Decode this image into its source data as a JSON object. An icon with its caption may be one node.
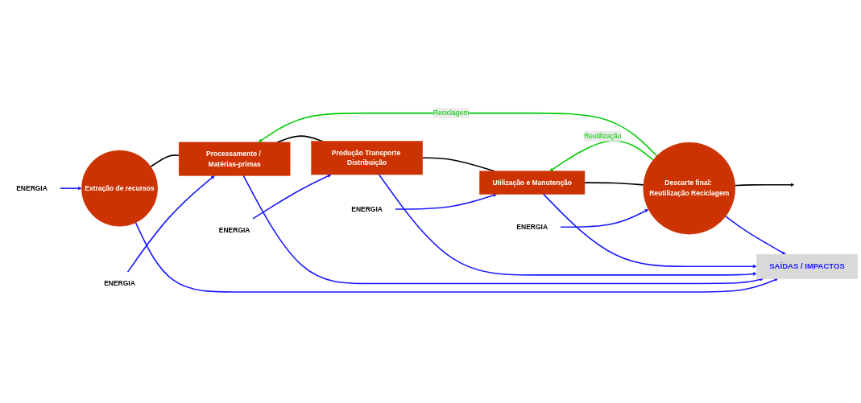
{
  "diagram": {
    "nodes": [
      {
        "text": [
          "ENERGIA"
        ]
      },
      {
        "text": [
          "ENERGIA"
        ]
      },
      {
        "text": [
          "ENERGIA"
        ]
      },
      {
        "text": [
          "ENERGIA"
        ]
      },
      {
        "text": [
          "ENERGIA"
        ]
      },
      {
        "text": [
          "Extração de recursos"
        ]
      },
      {
        "text": [
          "Processamento / Matérias-primas"
        ]
      },
      {
        "text": [
          "Produção Transporte Distribuição"
        ]
      },
      {
        "text": [
          "Utilização e Manutenção"
        ]
      },
      {
        "text": [
          "Descarte final: Reutilização Reciclagem"
        ]
      },
      {
        "text": [
          "SAÍDAS / IMPACTOS"
        ]
      }
    ],
    "edges": [
      {
        "from": 0,
        "to": 5,
        "arrow": "to"
      },
      {
        "from": 1,
        "to": 6,
        "arrow": "to"
      },
      {
        "from": 2,
        "to": 7,
        "arrow": "to"
      },
      {
        "from": 3,
        "to": 8,
        "arrow": "to"
      },
      {
        "from": 4,
        "to": 9,
        "arrow": "to"
      },
      {
        "from": 5,
        "to": 6,
        "arrow": "none",
        "color": "#000000"
      },
      {
        "from": 6,
        "to": 7,
        "arrow": "none",
        "color": "#000000"
      },
      {
        "from": 7,
        "to": 8,
        "arrow": "none",
        "color": "#000000"
      },
      {
        "from": 8,
        "to": 9,
        "arrow": "none",
        "color": "#000000"
      },
      {
        "from": 9,
        "to": null,
        "arrow": "to",
        "color": "#000000"
      },
      {
        "from": 5,
        "to": 10,
        "arrow": "to"
      },
      {
        "from": 6,
        "to": 10,
        "arrow": "to"
      },
      {
        "from": 7,
        "to": 10,
        "arrow": "to"
      },
      {
        "from": 8,
        "to": 10,
        "arrow": "to"
      },
      {
        "from": 9,
        "to": 10,
        "arrow": "to"
      },
      {
        "from": 9,
        "to": 8,
        "label": "Reutilização",
        "arrow": "to",
        "color": "#00cc00"
      },
      {
        "from": 9,
        "to": 6,
        "label": "Reciclagem",
        "arrow": "to",
        "color": "#00cc00"
      }
    ]
  }
}
